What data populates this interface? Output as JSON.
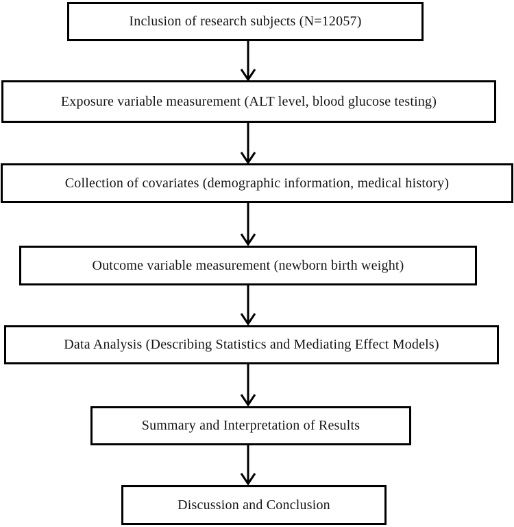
{
  "diagram": {
    "type": "flowchart",
    "direction": "top-down",
    "steps": [
      {
        "label": "Inclusion of research subjects (N=12057)"
      },
      {
        "label": "Exposure variable measurement (ALT level, blood glucose testing)"
      },
      {
        "label": "Collection of covariates (demographic information, medical history)"
      },
      {
        "label": "Outcome variable measurement (newborn birth weight)"
      },
      {
        "label": "Data Analysis (Describing Statistics and Mediating Effect Models)"
      },
      {
        "label": "Summary and Interpretation of Results"
      },
      {
        "label": "Discussion and Conclusion"
      }
    ],
    "connector_count": 6
  },
  "colors": {
    "background": "#ffffff",
    "box_border": "#000000",
    "text": "#141414"
  }
}
